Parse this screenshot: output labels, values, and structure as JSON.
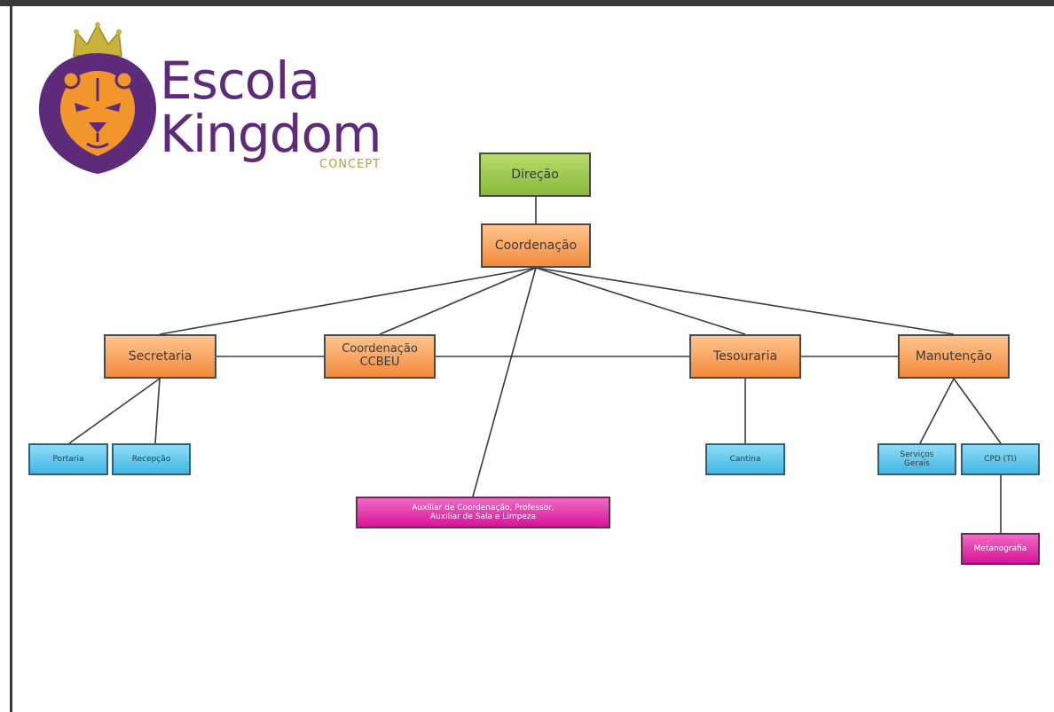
{
  "logo": {
    "line1": "Escola",
    "line2": "Kingdom",
    "tagline": "CONCEPT",
    "emblem": "lion-crown-icon",
    "colors": {
      "purple": "#5e2a7a",
      "gold": "#b1a23a",
      "lion": "#f2962c"
    }
  },
  "org": {
    "direcao": "Direção",
    "coordenacao": "Coordenação",
    "secretaria": "Secretaria",
    "coord_ccbeu": "Coordenação\nCCBEU",
    "tesouraria": "Tesouraria",
    "manutencao": "Manutenção",
    "portaria": "Portaria",
    "recepcao": "Recepção",
    "cantina": "Cantina",
    "servicos_gerais": "Serviços\nGerais",
    "cpd": "CPD (TI)",
    "auxiliar": "Auxiliar de Coordenação, Professor,\nAuxiliar de Sala e Limpeza",
    "metanografia": "Metanografia"
  },
  "colors": {
    "level_top": "#9ccb4f",
    "level_main": "#f5a25d",
    "level_staff": "#5cc6ee",
    "level_support": "#e32aa9",
    "connector": "#3a3a3a"
  }
}
